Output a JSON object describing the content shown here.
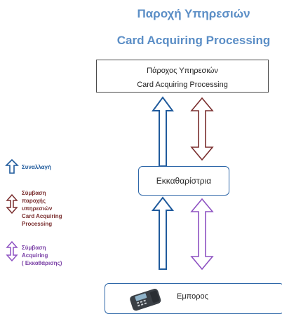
{
  "header": {
    "line1": "Παροχή Υπηρεσιών",
    "line2": "Card Acquiring Processing"
  },
  "nodes": {
    "provider": {
      "line1": "Πάροχος Υπηρεσιών",
      "line2": "Card Acquiring Processing"
    },
    "clearing": "Εκκαθαρίστρια",
    "merchant": "Εμπορος"
  },
  "legend": [
    {
      "key": "transaction",
      "color": "#1f5a9c",
      "text": "Συναλλαγή"
    },
    {
      "key": "processing",
      "color": "#7a2e2e",
      "lines": [
        "Σύμβαση",
        "παροχής",
        "υπηρεσιών",
        "Card Acquiring",
        "Processing"
      ]
    },
    {
      "key": "acquiring",
      "color": "#8e52c2",
      "lines": [
        "Σύμβαση",
        "Acquiring",
        "( Εκκαθάρισης)"
      ]
    }
  ],
  "colors": {
    "title": "#5b8ec6",
    "transaction_arrow": "#1f5a9c",
    "processing_arrow": "#7a2e2e",
    "acquiring_arrow": "#8e52c2",
    "box_border": "#2e67a8"
  }
}
